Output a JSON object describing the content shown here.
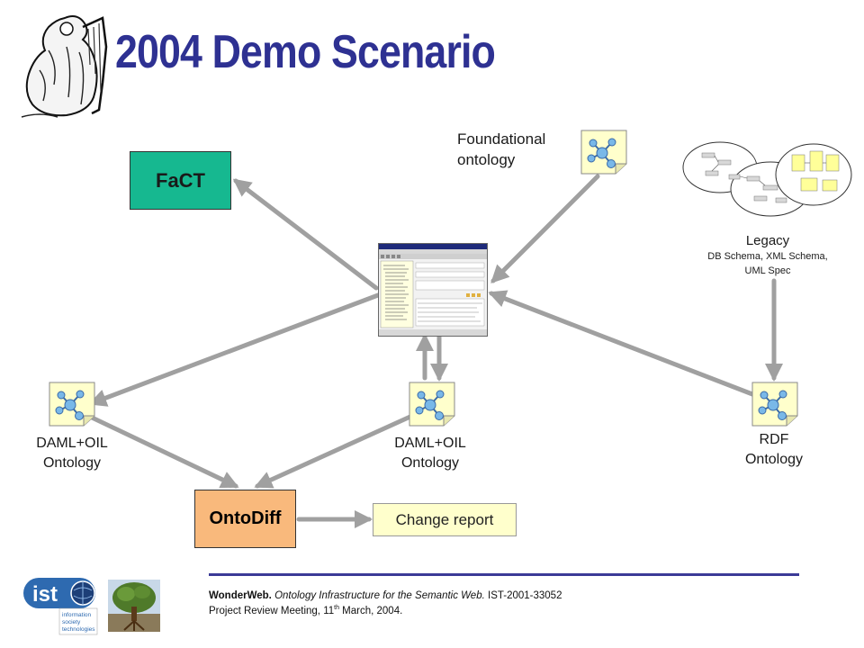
{
  "title": "2004 Demo Scenario",
  "nodes": {
    "fact": "FaCT",
    "ontodiff": "OntoDiff",
    "change_report": "Change report",
    "foundational": [
      "Foundational",
      "ontology"
    ],
    "daml_left": [
      "DAML+OIL",
      "Ontology"
    ],
    "daml_center": [
      "DAML+OIL",
      "Ontology"
    ],
    "rdf": [
      "RDF",
      "Ontology"
    ],
    "legacy_title": "Legacy",
    "legacy_sub": [
      "DB Schema, XML Schema,",
      "UML Spec"
    ]
  },
  "footer": {
    "org": "WonderWeb.",
    "project": "Ontology Infrastructure for the Semantic Web.",
    "grant": "IST-2001-33052",
    "meeting_prefix": "Project Review Meeting, 11",
    "meeting_sup": "th",
    "meeting_suffix": " March, 2004."
  },
  "logo": {
    "ist_text": "ist",
    "ist_sub": [
      "information",
      "society",
      "technologies"
    ]
  },
  "colors": {
    "title": "#2e3192",
    "fact": "#16b890",
    "ontodiff": "#f9b97c",
    "report": "#ffffcc",
    "arrow": "#a0a0a0",
    "footer_line": "#3b3a97"
  }
}
